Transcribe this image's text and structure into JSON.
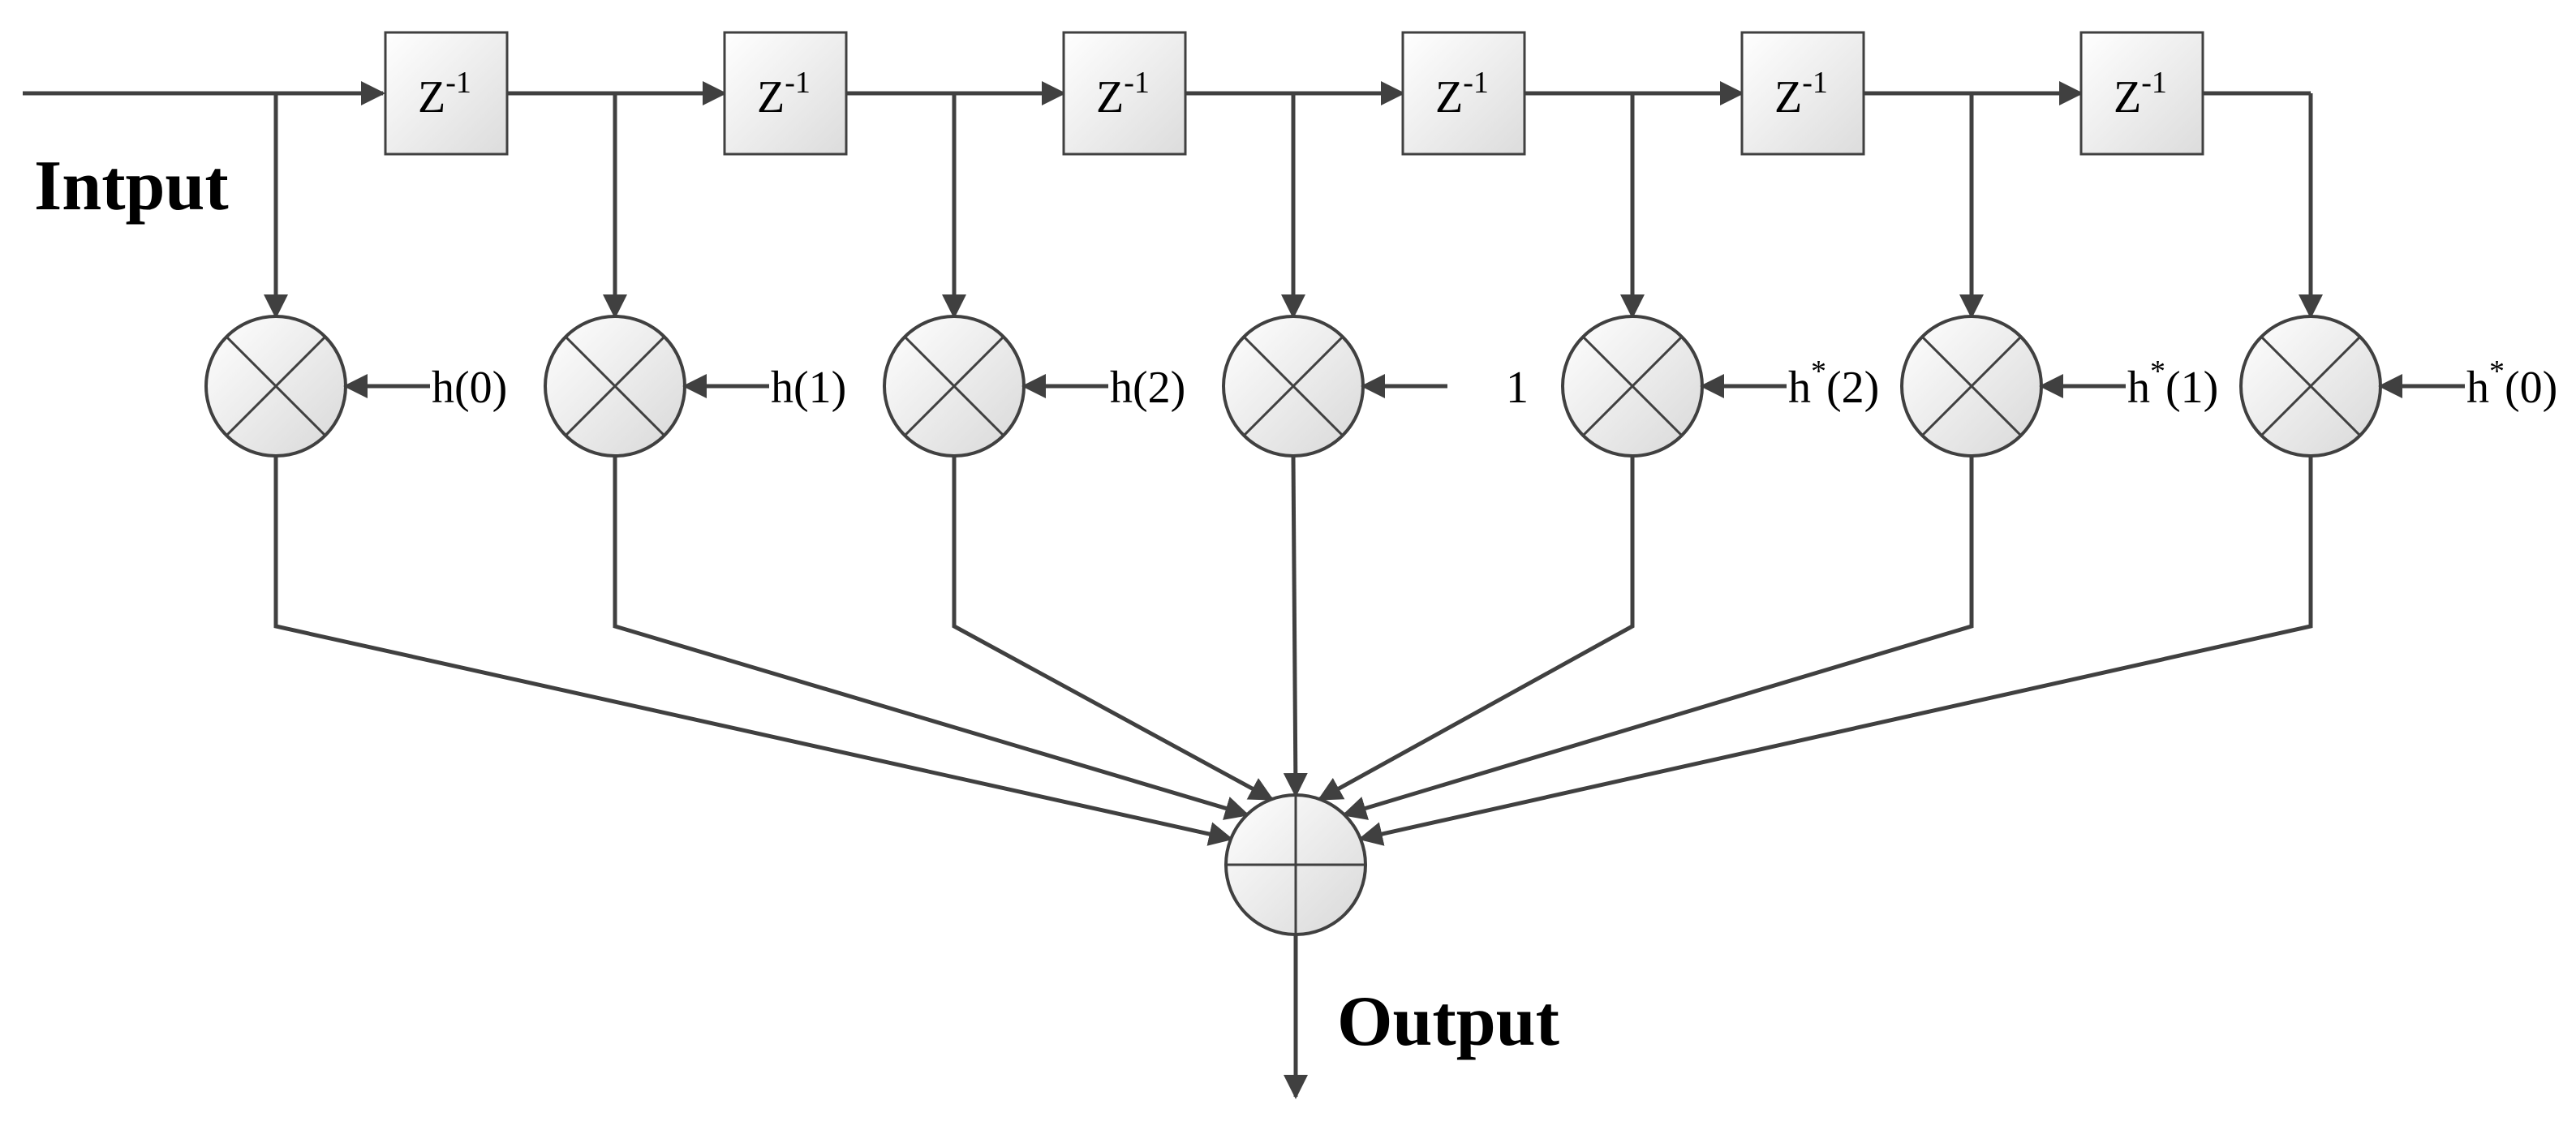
{
  "labels": {
    "input": "Intput",
    "output": "Output"
  },
  "delay": {
    "symbol": "Z",
    "exponent": "-1",
    "count": 6
  },
  "coefficients": [
    {
      "prefix": "h",
      "star": "",
      "arg": "(0)"
    },
    {
      "prefix": "h",
      "star": "",
      "arg": "(1)"
    },
    {
      "prefix": "h",
      "star": "",
      "arg": "(2)"
    },
    {
      "prefix": "1",
      "star": "",
      "arg": ""
    },
    {
      "prefix": "h",
      "star": "*",
      "arg": "(2)"
    },
    {
      "prefix": "h",
      "star": "*",
      "arg": "(1)"
    },
    {
      "prefix": "h",
      "star": "*",
      "arg": "(0)"
    }
  ],
  "colors": {
    "line": "#404040",
    "node_fill_light": "#ffffff",
    "node_fill_dark": "#d8d8d8"
  },
  "icons": {
    "multiplier": "circle-x-icon",
    "adder": "circle-plus-icon",
    "delay": "delay-box-icon"
  }
}
